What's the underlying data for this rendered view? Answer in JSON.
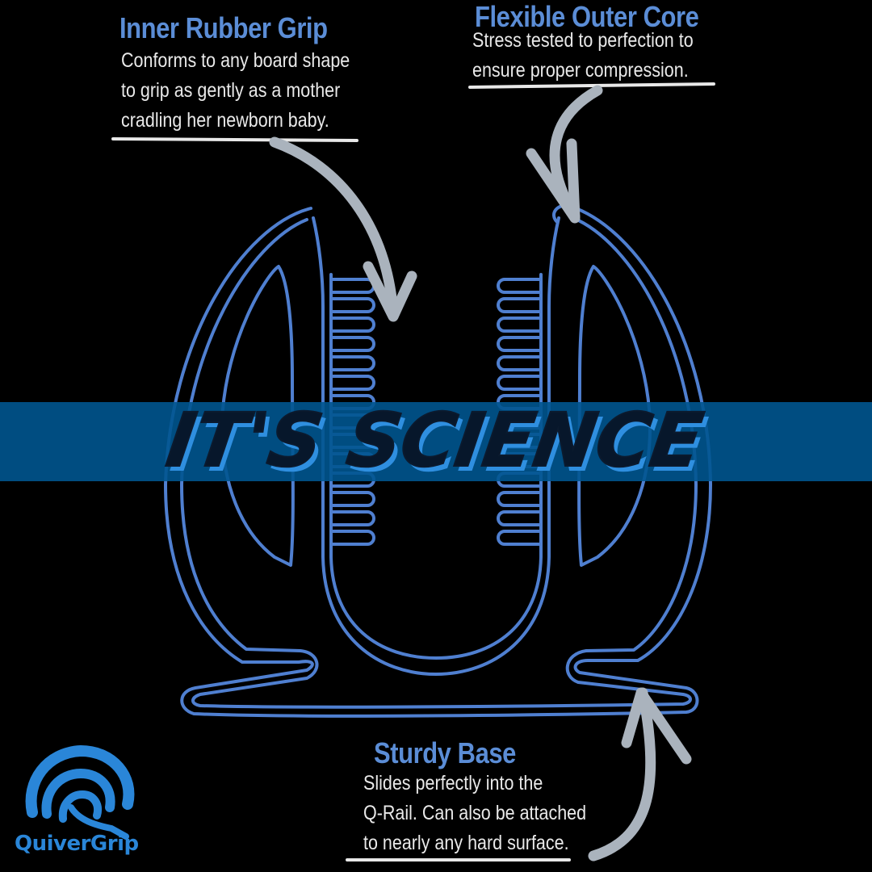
{
  "callouts": {
    "inner_grip": {
      "title": "Inner Rubber Grip",
      "lines": [
        "Conforms to any board shape",
        "to grip as gently as a mother",
        "cradling her newborn baby."
      ]
    },
    "outer_core": {
      "title": "Flexible Outer Core",
      "lines": [
        "Stress tested to perfection to",
        "ensure proper compression."
      ]
    },
    "base": {
      "title": "Sturdy Base",
      "lines": [
        "Slides perfectly into the",
        "Q-Rail. Can also be attached",
        "to nearly any hard surface."
      ]
    }
  },
  "banner": {
    "text": "IT'S SCIENCE"
  },
  "logo": {
    "wordmark": "QuiverGrip"
  },
  "colors": {
    "background": "#000000",
    "outline": "#4f7fd0",
    "title": "#5b8dd6",
    "arrow": "#aab3bd",
    "banner": "#00558f",
    "banner_text": "#07172b",
    "logo": "#2a86d8"
  }
}
